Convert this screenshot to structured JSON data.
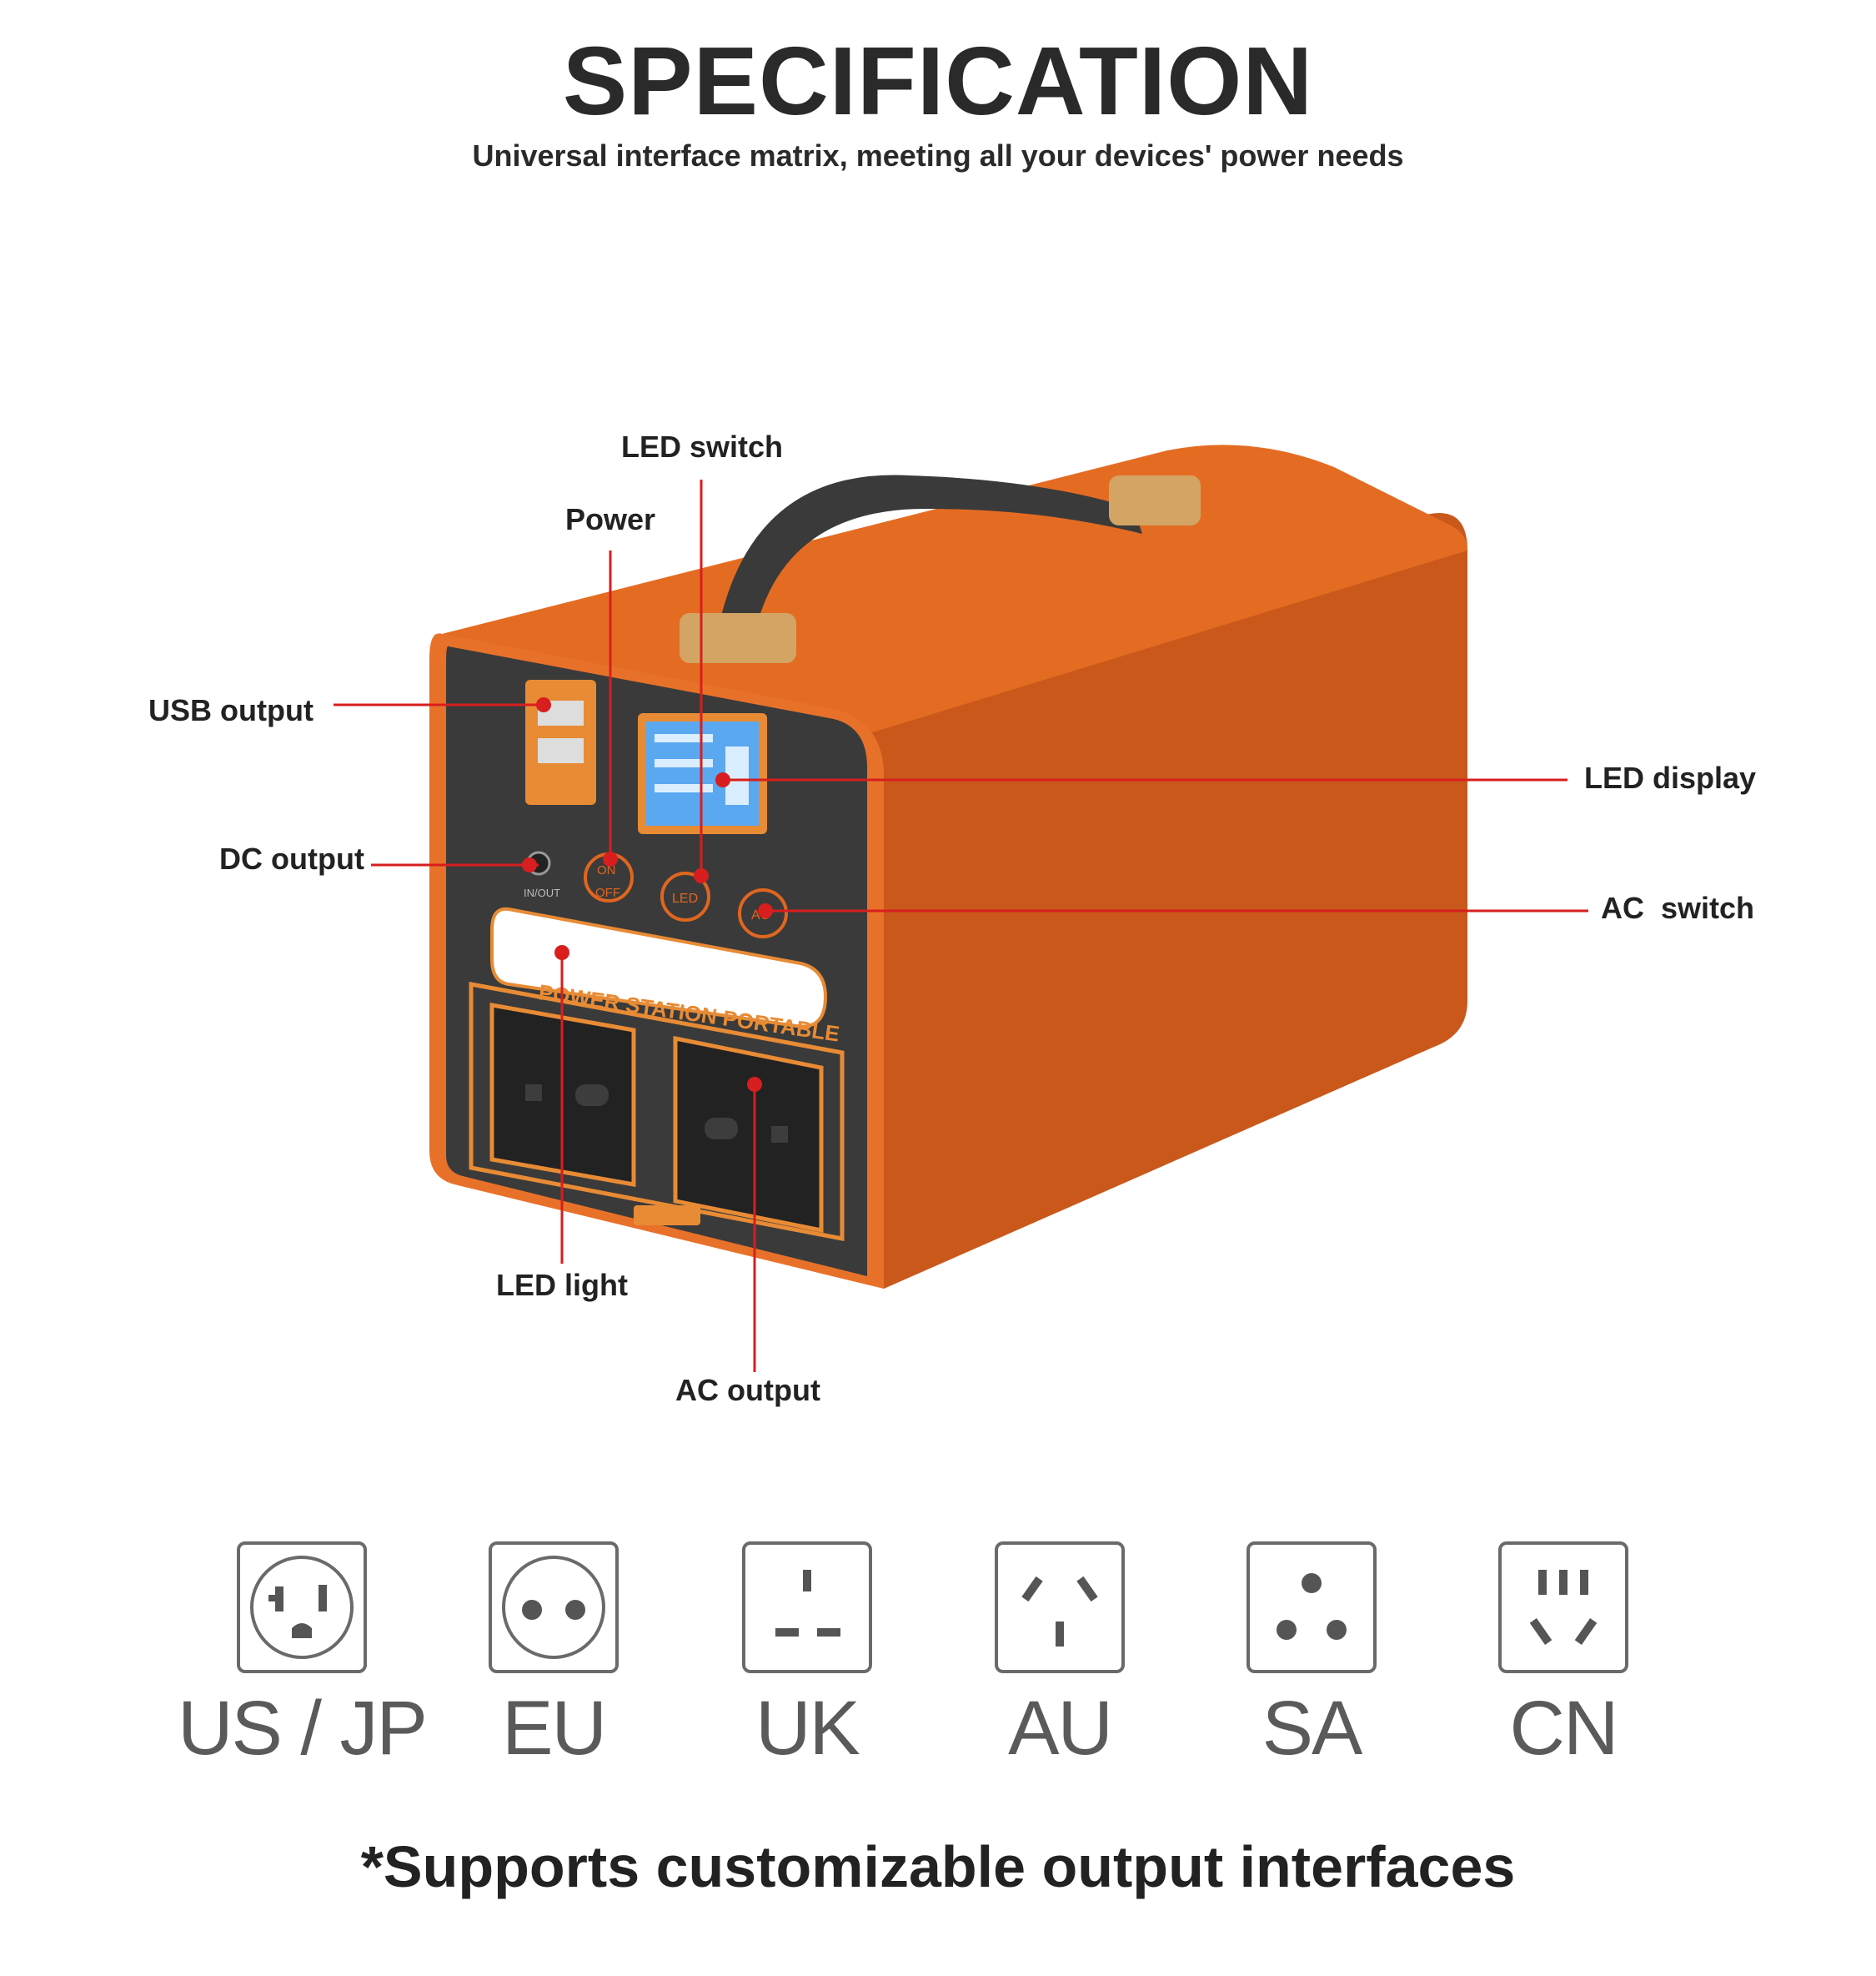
{
  "header": {
    "title": "SPECIFICATION",
    "subtitle": "Universal interface matrix, meeting all your devices' power needs"
  },
  "callouts": {
    "led_switch": "LED switch",
    "power": "Power",
    "usb_output": "USB output",
    "dc_output": "DC output",
    "led_display": "LED display",
    "ac_switch": "AC  switch",
    "led_light": "LED light",
    "ac_output": "AC output"
  },
  "device": {
    "brand_text": "POWER STATION PORTABLE",
    "power_button": {
      "on": "ON",
      "off": "OFF"
    },
    "led_button": "LED",
    "ac_button": "AC",
    "dc_port_label": "IN/OUT",
    "colors": {
      "body": "#e0661f",
      "side": "#c95a18",
      "panel": "#3b3b3b",
      "accent": "#d81e1e",
      "lcd": "#5aa8f0"
    }
  },
  "plug_types": [
    {
      "label": "US / JP",
      "icon": "us-jp-socket-icon"
    },
    {
      "label": "EU",
      "icon": "eu-socket-icon"
    },
    {
      "label": "UK",
      "icon": "uk-socket-icon"
    },
    {
      "label": "AU",
      "icon": "au-socket-icon"
    },
    {
      "label": "SA",
      "icon": "sa-socket-icon"
    },
    {
      "label": "CN",
      "icon": "cn-socket-icon"
    }
  ],
  "footer": "*Supports customizable output interfaces"
}
